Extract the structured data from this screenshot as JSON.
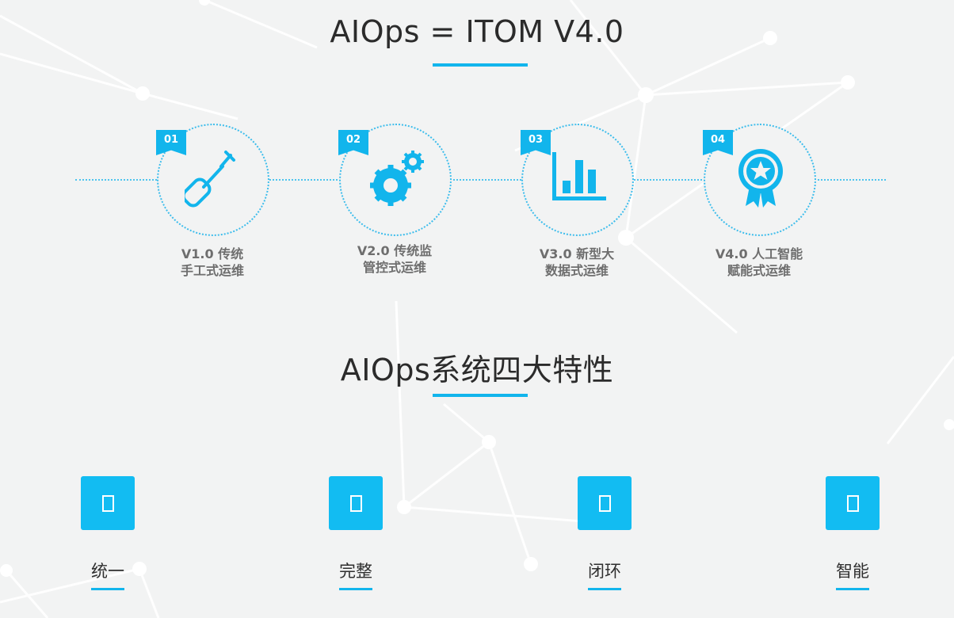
{
  "header": {
    "title": "AIOps = ITOM V4.0"
  },
  "stages": [
    {
      "badge": "01",
      "icon": "screwdriver-icon",
      "line1": "V1.0 传统",
      "line2": "手工式运维"
    },
    {
      "badge": "02",
      "icon": "gears-icon",
      "line1": "V2.0 传统监",
      "line2": "管控式运维"
    },
    {
      "badge": "03",
      "icon": "bar-chart-icon",
      "line1": "V3.0 新型大",
      "line2": "数据式运维"
    },
    {
      "badge": "04",
      "icon": "award-ribbon-icon",
      "line1": "V4.0 人工智能",
      "line2": "赋能式运维"
    }
  ],
  "features_section": {
    "title": "AIOps系统四大特性"
  },
  "features": [
    {
      "icon": "missing-glyph-icon",
      "label": "统一"
    },
    {
      "icon": "missing-glyph-icon",
      "label": "完整"
    },
    {
      "icon": "missing-glyph-icon",
      "label": "闭环"
    },
    {
      "icon": "missing-glyph-icon",
      "label": "智能"
    }
  ],
  "colors": {
    "accent": "#12b5ec",
    "feature_box": "#12bcf2",
    "stage_label": "#6e6e6e",
    "background": "#f2f3f3"
  }
}
